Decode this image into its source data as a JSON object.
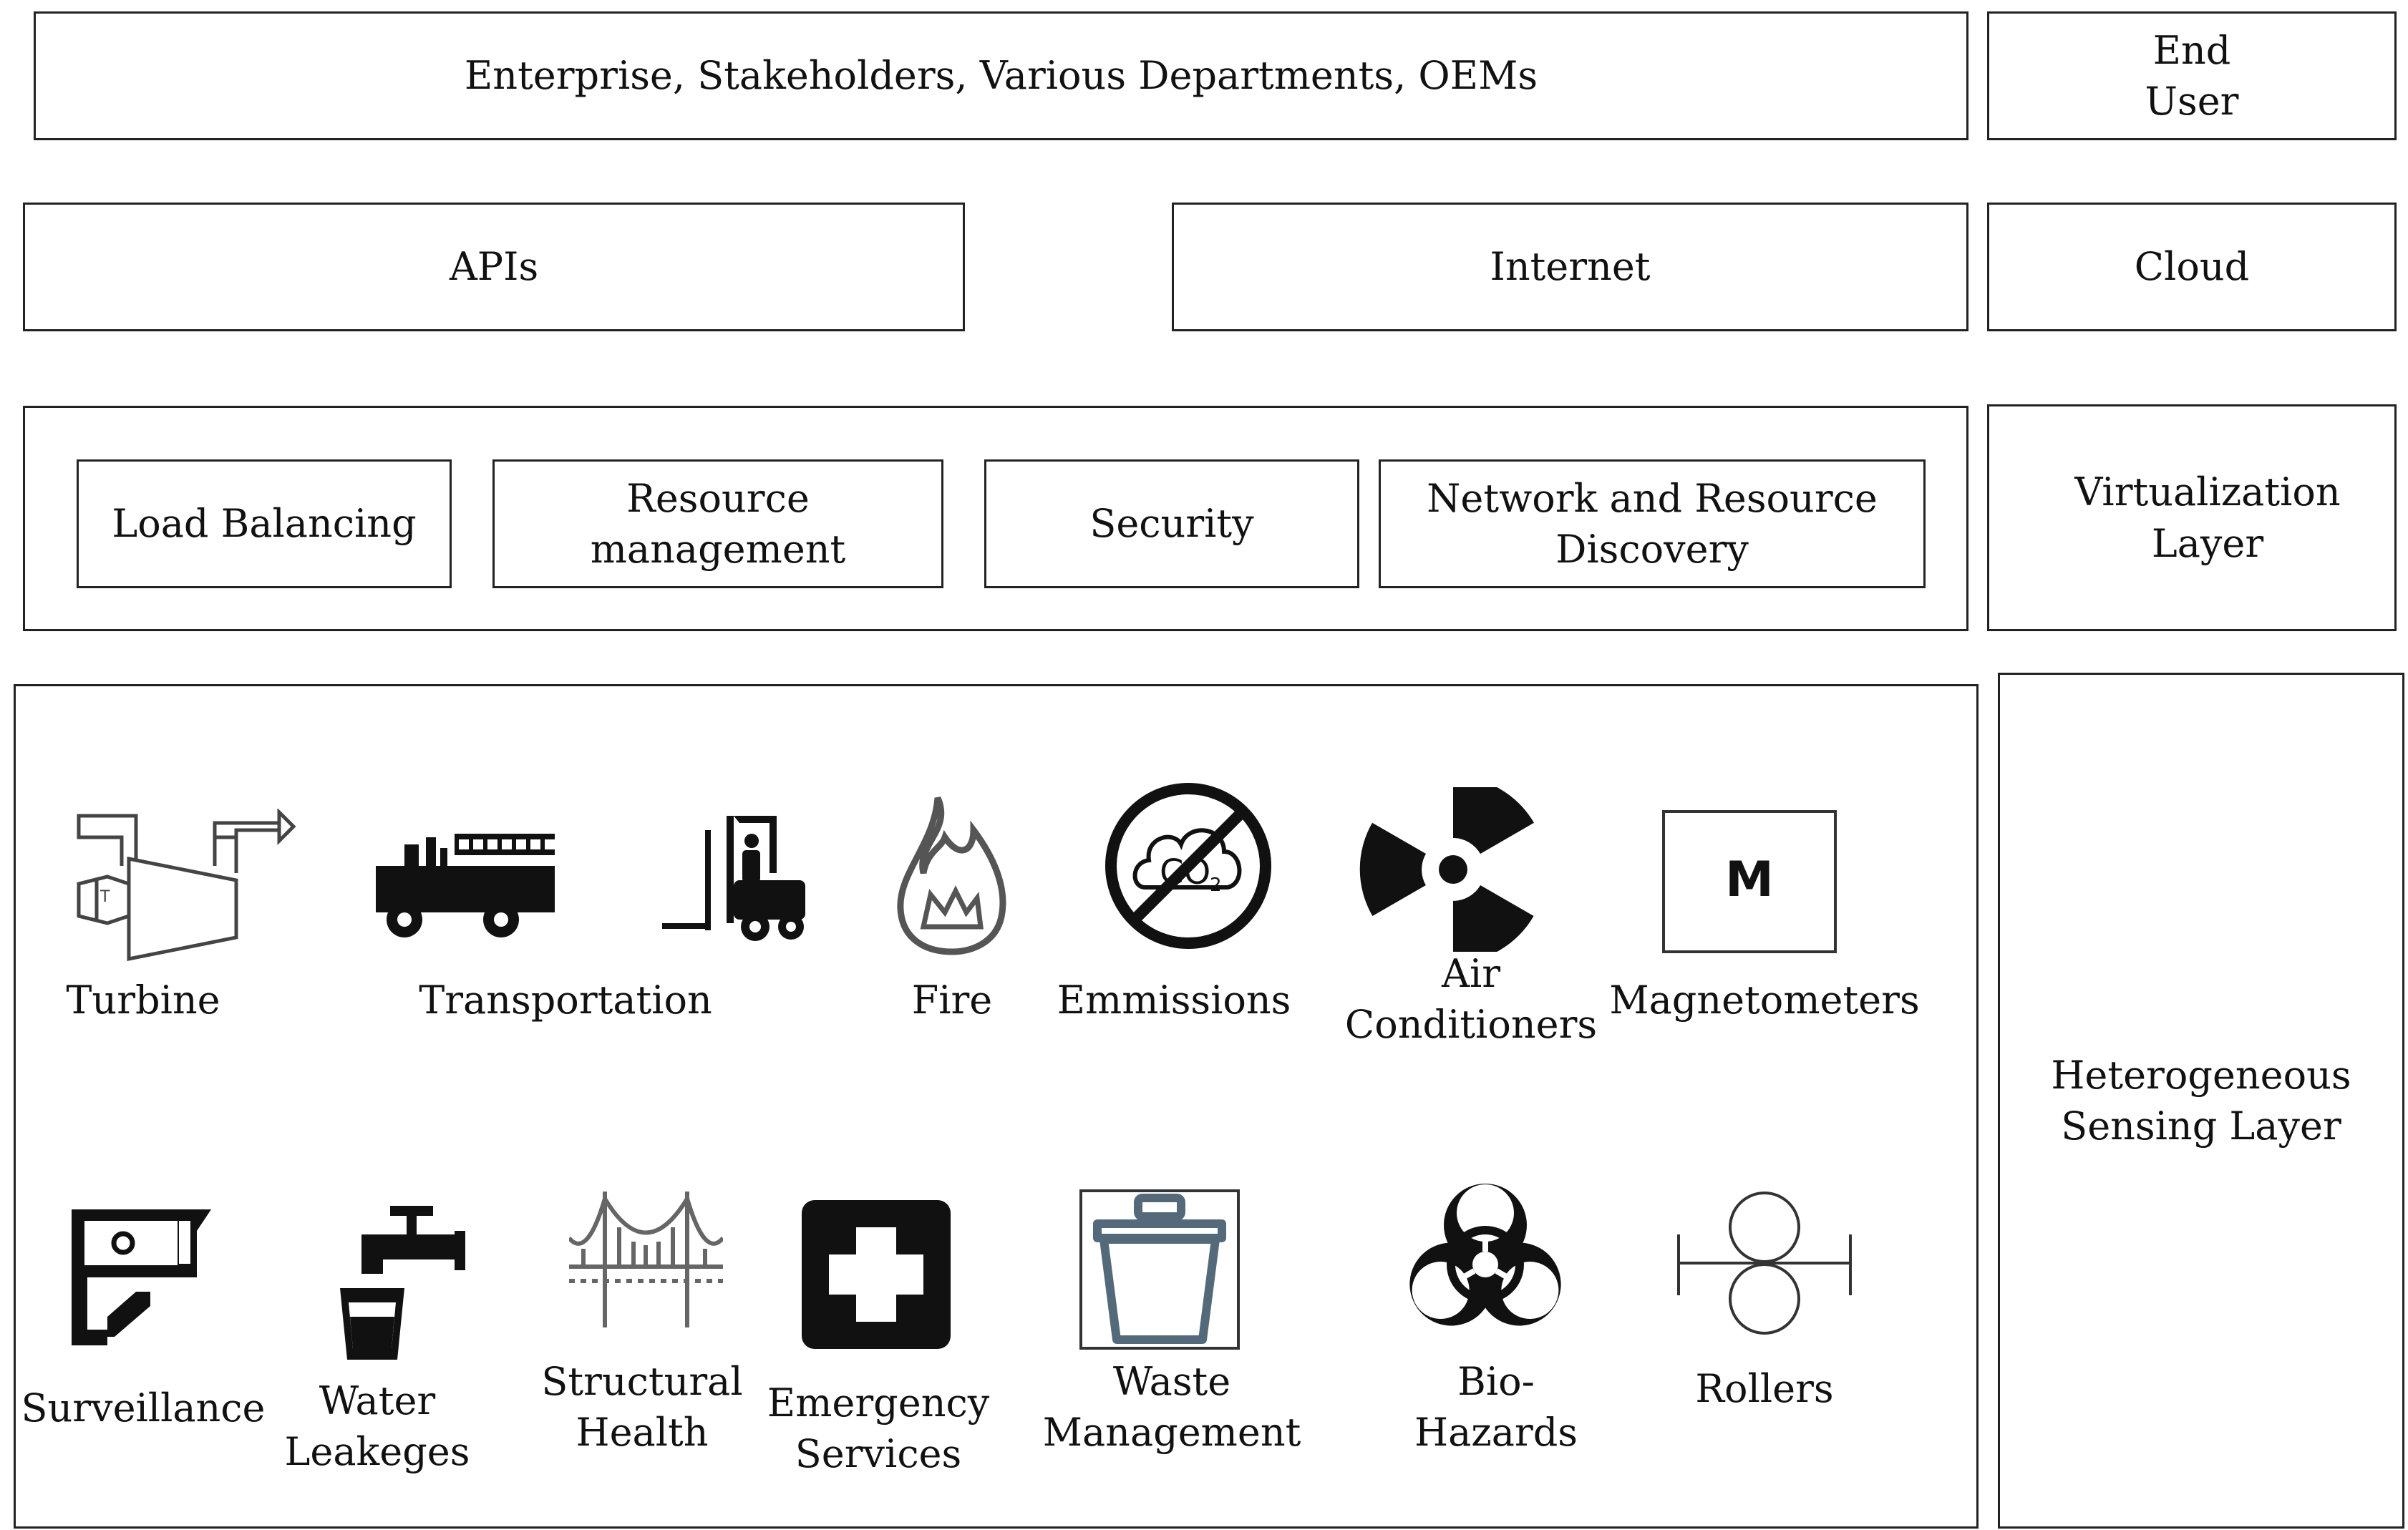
{
  "layers": {
    "top": {
      "main": "Enterprise, Stakeholders, Various Departments, OEMs",
      "side": "End\nUser"
    },
    "cloud": {
      "apis": "APIs",
      "internet": "Internet",
      "side": "Cloud"
    },
    "virtualization": {
      "items": [
        "Load Balancing",
        "Resource\nmanagement",
        "Security",
        "Network and Resource\nDiscovery"
      ],
      "side": "Virtualization\nLayer"
    },
    "sensing": {
      "side": "Heterogeneous\nSensing Layer",
      "magnetometer_glyph": "M",
      "row1": [
        {
          "label": "Turbine",
          "icon": "turbine-icon"
        },
        {
          "label": "Transportation",
          "icon": "truck-icon"
        },
        {
          "label": "",
          "icon": "forklift-icon"
        },
        {
          "label": "Fire",
          "icon": "fire-icon"
        },
        {
          "label": "Emmissions",
          "icon": "no-co2-icon"
        },
        {
          "label": "Air\nConditioners",
          "icon": "radiation-icon"
        },
        {
          "label": "Magnetometers",
          "icon": "magnetometer-icon"
        }
      ],
      "row2": [
        {
          "label": "Surveillance",
          "icon": "camera-icon"
        },
        {
          "label": "Water\nLeakeges",
          "icon": "tap-icon"
        },
        {
          "label": "Structural\nHealth",
          "icon": "bridge-icon"
        },
        {
          "label": "Emergency\nServices",
          "icon": "first-aid-icon"
        },
        {
          "label": "Waste\nManagement",
          "icon": "bin-icon"
        },
        {
          "label": "Bio-\nHazards",
          "icon": "biohazard-icon"
        },
        {
          "label": "Rollers",
          "icon": "rollers-icon"
        }
      ]
    }
  }
}
